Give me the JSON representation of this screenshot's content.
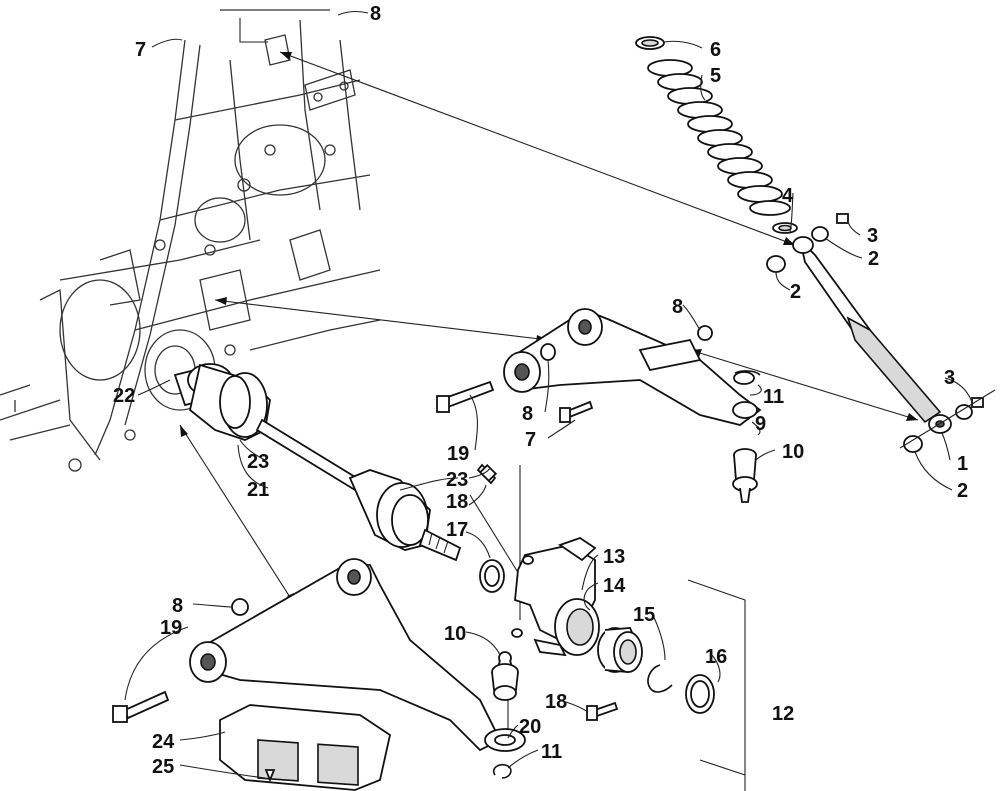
{
  "labels": {
    "l1": "1",
    "l2a": "2",
    "l2b": "2",
    "l2c": "2",
    "l3a": "3",
    "l3b": "3",
    "l4": "4",
    "l5": "5",
    "l6": "6",
    "l7a": "7",
    "l7b": "7",
    "l8a": "8",
    "l8b": "8",
    "l8c": "8",
    "l8d": "8",
    "l9": "9",
    "l10a": "10",
    "l10b": "10",
    "l11a": "11",
    "l11b": "11",
    "l12": "12",
    "l13": "13",
    "l14": "14",
    "l15": "15",
    "l16": "16",
    "l17": "17",
    "l18a": "18",
    "l18b": "18",
    "l19a": "19",
    "l19b": "19",
    "l20": "20",
    "l21": "21",
    "l22": "22",
    "l23a": "23",
    "l23b": "23",
    "l24": "24",
    "l25": "25"
  },
  "icons": [
    "frame",
    "coil-spring",
    "shock-absorber",
    "upper-a-arm",
    "lower-a-arm",
    "drive-axle",
    "knuckle",
    "bearing",
    "ball-joint",
    "skid-plate",
    "bolt",
    "nut"
  ]
}
